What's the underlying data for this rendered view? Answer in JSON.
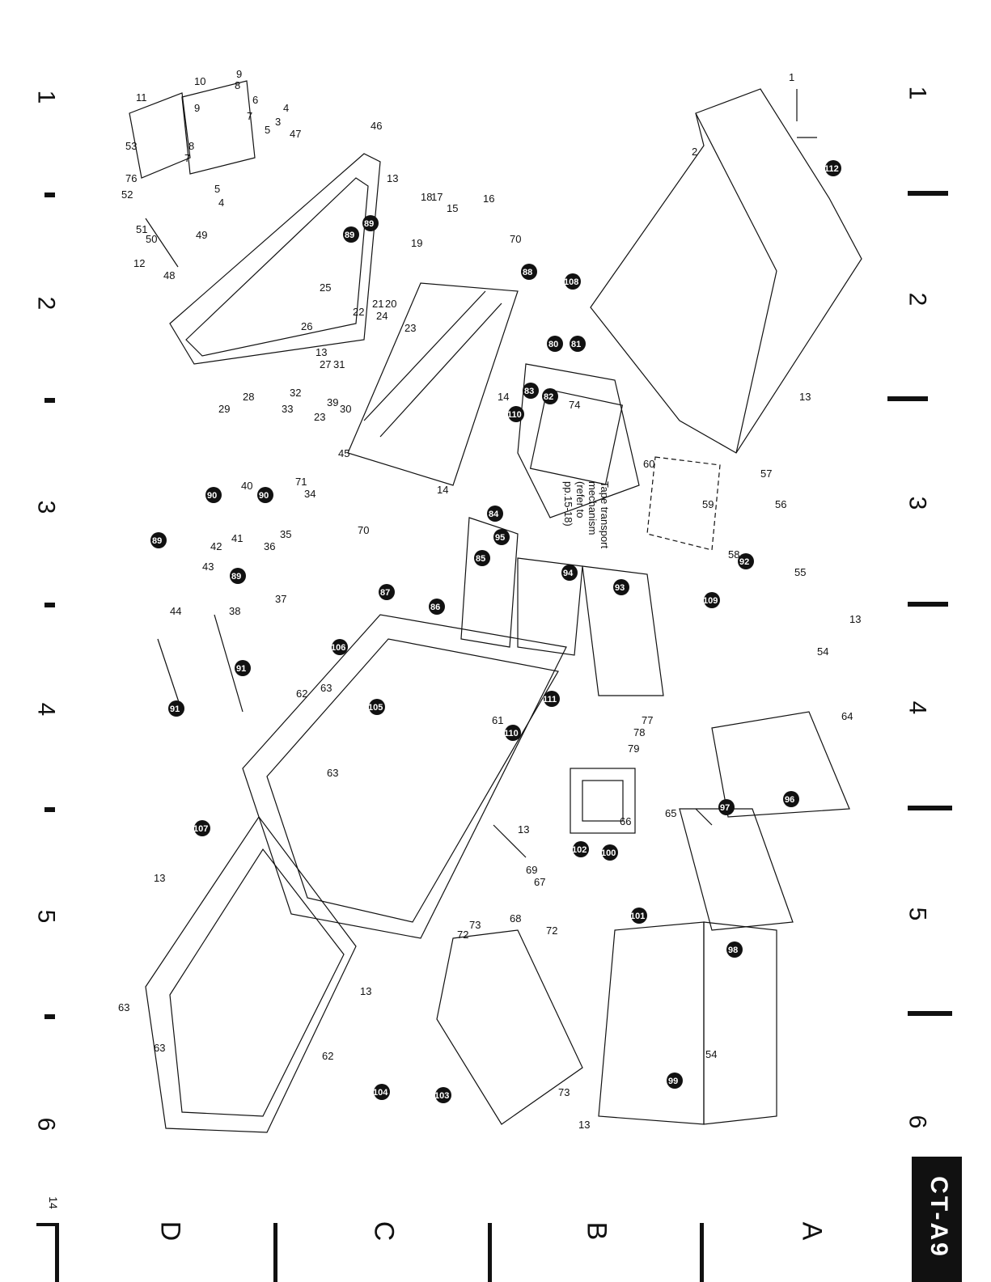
{
  "page": {
    "model": "CT-A9",
    "page_number": "14",
    "row_numbers": [
      "1",
      "2",
      "3",
      "4",
      "5",
      "6"
    ],
    "column_letters": [
      "A",
      "B",
      "C",
      "D"
    ],
    "note": "Tape transport\nmechanism\n(refer to\npp.15-18)"
  },
  "labels": {
    "plain": [
      "1",
      "2",
      "3",
      "4",
      "5",
      "6",
      "7",
      "8",
      "9",
      "10",
      "11",
      "12",
      "13",
      "14",
      "15",
      "16",
      "17",
      "18",
      "19",
      "20",
      "21",
      "22",
      "23",
      "24",
      "25",
      "26",
      "27",
      "28",
      "29",
      "30",
      "31",
      "32",
      "33",
      "34",
      "35",
      "36",
      "37",
      "38",
      "39",
      "40",
      "41",
      "42",
      "43",
      "44",
      "45",
      "46",
      "47",
      "48",
      "49",
      "50",
      "51",
      "52",
      "53",
      "54",
      "55",
      "56",
      "57",
      "58",
      "59",
      "60",
      "61",
      "62",
      "63",
      "64",
      "65",
      "66",
      "67",
      "68",
      "69",
      "70",
      "71",
      "72",
      "73",
      "74",
      "76",
      "77",
      "78",
      "79"
    ],
    "callouts": [
      "80",
      "81",
      "82",
      "83",
      "84",
      "85",
      "86",
      "87",
      "88",
      "89",
      "90",
      "91",
      "92",
      "93",
      "94",
      "95",
      "96",
      "97",
      "98",
      "99",
      "100",
      "101",
      "102",
      "103",
      "104",
      "105",
      "106",
      "107",
      "108",
      "109",
      "110",
      "111",
      "112"
    ]
  },
  "colors": {
    "ink": "#111111",
    "paper": "#ffffff"
  }
}
